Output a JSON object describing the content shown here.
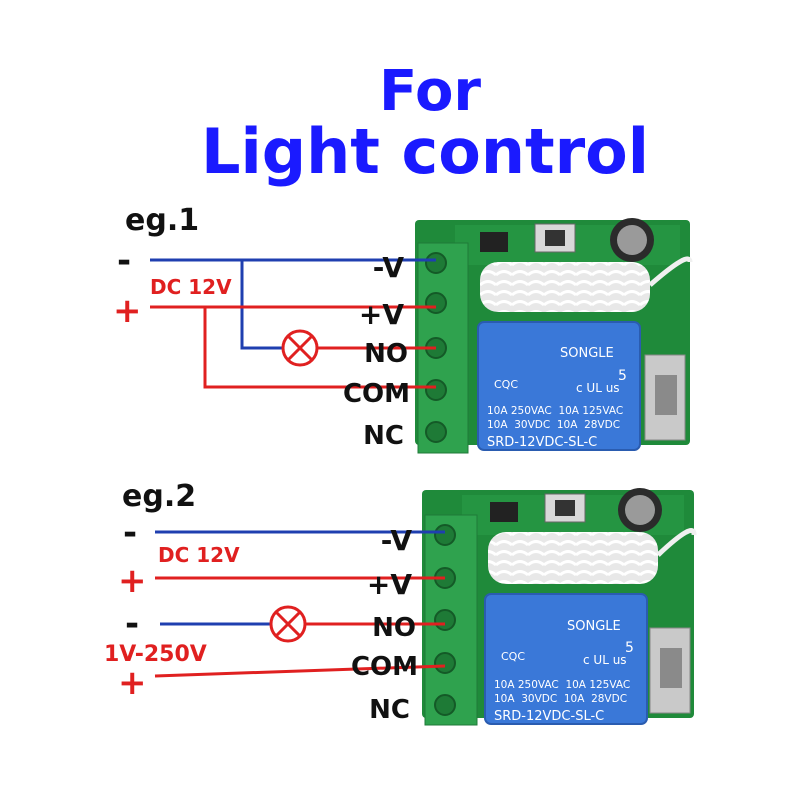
{
  "title": {
    "line1": "For",
    "line2": "Light control"
  },
  "colors": {
    "title": "#1a1aff",
    "wire_negative": "#1f3fb0",
    "wire_positive": "#e02020",
    "label_red": "#e02020",
    "pcb": "#1f8a3a",
    "terminal": "#2fa24e",
    "relay": "#3a78d8"
  },
  "example1": {
    "label": "eg.1",
    "minus": "-",
    "plus": "+",
    "supply": "DC 12V",
    "terminals": [
      "-V",
      "+V",
      "NO",
      "COM",
      "NC"
    ]
  },
  "example2": {
    "label": "eg.2",
    "minus": "-",
    "plus": "+",
    "supply": "DC 12V",
    "load_minus": "-",
    "load_plus": "+",
    "load_supply": "1V-250V",
    "terminals": [
      "-V",
      "+V",
      "NO",
      "COM",
      "NC"
    ]
  },
  "relay": {
    "brand": "SONGLE",
    "cert": "CQC",
    "num": "5",
    "ul": "c UL us",
    "ratings1": "10A 250VAC  10A 125VAC",
    "ratings2": "10A  30VDC  10A  28VDC",
    "model": "SRD-12VDC-SL-C"
  }
}
